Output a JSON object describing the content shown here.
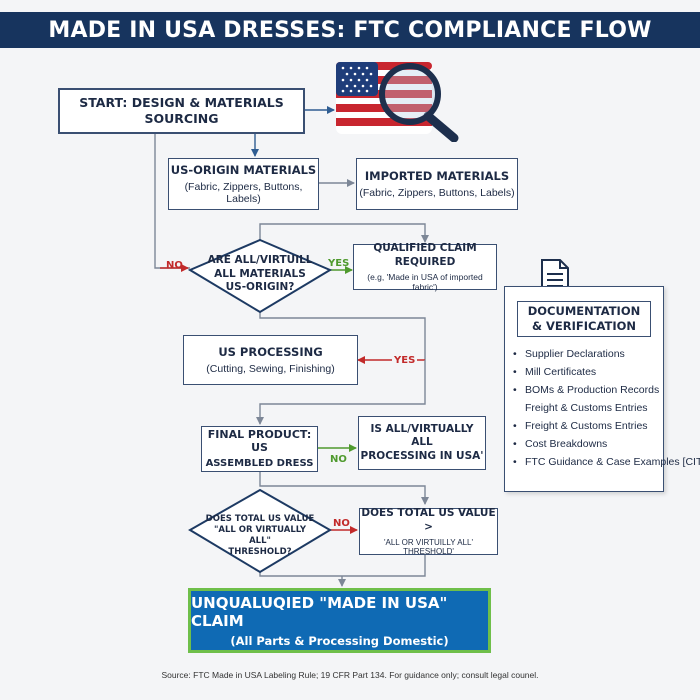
{
  "header": {
    "title": "MADE IN USA DRESSES:  FTC COMPLIANCE FLOW"
  },
  "start": {
    "label": "START: DESIGN & MATERIALS SOURCING"
  },
  "us_materials": {
    "title": "US-ORIGIN MATERIALS",
    "subtitle": "(Fabric, Zippers, Buttons, Labels)"
  },
  "imported_materials": {
    "title": "IMPORTED MATERIALS",
    "subtitle": "(Fabric, Zippers, Buttons, Labels)"
  },
  "decision_materials": {
    "line1": "ARE ALL/VIRTUILL",
    "line2": "ALL MATERIALS",
    "line3": "US-ORIGIN?"
  },
  "qualified_claim": {
    "title": "QUALIFIED CLAIM REQUIRED",
    "subtitle": "(e.g, 'Made in USA of imported fabric')"
  },
  "us_processing": {
    "title": "US PROCESSING",
    "subtitle": "(Cutting, Sewing, Finishing)"
  },
  "final_product": {
    "line1": "FINAL PRODUCT: US",
    "line2": "ASSEMBLED DRESS"
  },
  "processing_question": {
    "line1": "IS ALL/VIRTUALLY ALL",
    "line2": "PROCESSING IN USA'"
  },
  "decision_value": {
    "line1": "DOES TOTAL US VALUE",
    "line2": "\"ALL OR VIRTUALLY ALL\"",
    "line3": "THRESHOLD?"
  },
  "value_box": {
    "line1": "DOES TOTAL US VALUE >",
    "line2": "'ALL OR VIRTUILLY ALL' THRESHOLD'"
  },
  "labels": {
    "no1": "NO",
    "yes1": "YES",
    "yes2": "YES",
    "no2": "NO",
    "no3": "NO"
  },
  "documentation": {
    "title_line1": "DOCUMENTATION",
    "title_line2": "& VERIFICATION",
    "items": [
      "Supplier Declarations",
      "Mill Certificates",
      "BOMs & Production Records",
      "Freight & Customs Entries",
      "Freight & Customs Entries",
      "Cost Breakdowns",
      "FTC Guidance & Case Examples [CITE]"
    ],
    "bullet": "•"
  },
  "final_claim": {
    "title": "UNQUALUQIED \"MADE IN USA\" CLAIM",
    "subtitle": "(All Parts & Processing Domestic)"
  },
  "source": "Source: FTC Made in USA Labeling Rule; 19 CFR Part 134. For guidance only; consult legal counel.",
  "icons": [
    "us-flag-magnifier-icon",
    "document-icon"
  ],
  "colors": {
    "header": "#17345e",
    "line": "#7d8797",
    "no": "#c22a2a",
    "yes_green": "#4f9a2e",
    "final_fill": "#0f6ab4",
    "final_border": "#6fbf4a"
  }
}
